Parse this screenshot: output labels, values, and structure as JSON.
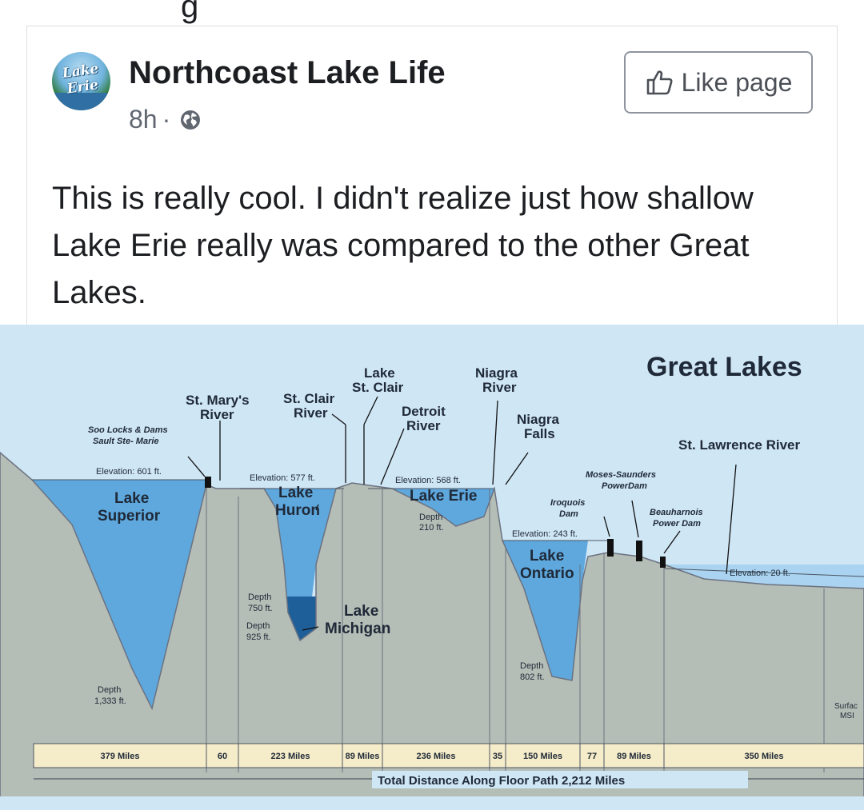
{
  "post": {
    "page_name": "Northcoast Lake Life",
    "avatar_text": "Lake Erie",
    "time": "8h",
    "separator": "·",
    "like_button": "Like page",
    "text": "This is really cool. I didn't realize just how shallow Lake Erie really was compared to the other Great Lakes."
  },
  "figure": {
    "title": "Great Lakes",
    "water_labels": {
      "superior": "Lake Superior",
      "huron": "Lake Huron",
      "michigan": "Lake Michigan",
      "erie": "Lake Erie",
      "ontario": "Lake Ontario"
    },
    "river_labels": {
      "st_marys": "St. Mary's River",
      "st_clair_river": "St. Clair River",
      "lake_st_clair": "Lake St. Clair",
      "detroit": "Detroit River",
      "niagra_river": "Niagra River",
      "niagra_falls": "Niagra Falls",
      "st_lawrence": "St. Lawrence River",
      "soo_locks_1": "Soo Locks & Dams",
      "soo_locks_2": "Sault Ste- Marie",
      "moses_1": "Moses-Saunders",
      "moses_2": "PowerDam",
      "iroquois_1": "Iroquois",
      "iroquois_2": "Dam",
      "beauharnois_1": "Beauharnois",
      "beauharnois_2": "Power Dam"
    },
    "elevations": {
      "superior": "Elevation: 601 ft.",
      "huron": "Elevation: 577 ft.",
      "erie": "Elevation: 568 ft.",
      "ontario": "Elevation: 243 ft.",
      "st_lawrence": "Elevation: 20 ft."
    },
    "depths": {
      "superior_1": "Depth",
      "superior_2": "1,333 ft.",
      "huron_1": "Depth",
      "huron_2": "750 ft.",
      "michigan_1": "Depth",
      "michigan_2": "925 ft.",
      "erie_1": "Depth",
      "erie_2": "210 ft.",
      "ontario_1": "Depth",
      "ontario_2": "802 ft."
    },
    "distances": [
      "379 Miles",
      "60",
      "223 Miles",
      "89 Miles",
      "236 Miles",
      "35",
      "150 Miles",
      "77",
      "89 Miles",
      "350 Miles"
    ],
    "total": "Total Distance Along Floor Path 2,212 Miles",
    "surface_1": "Surfac",
    "surface_2": "MSI"
  },
  "colors": {
    "sky": "#cfe6f5",
    "land": "#b4bdb6",
    "water": "#2c7fc1",
    "water_light": "#a9d3f0",
    "distance_bar": "#f5ecc9"
  }
}
